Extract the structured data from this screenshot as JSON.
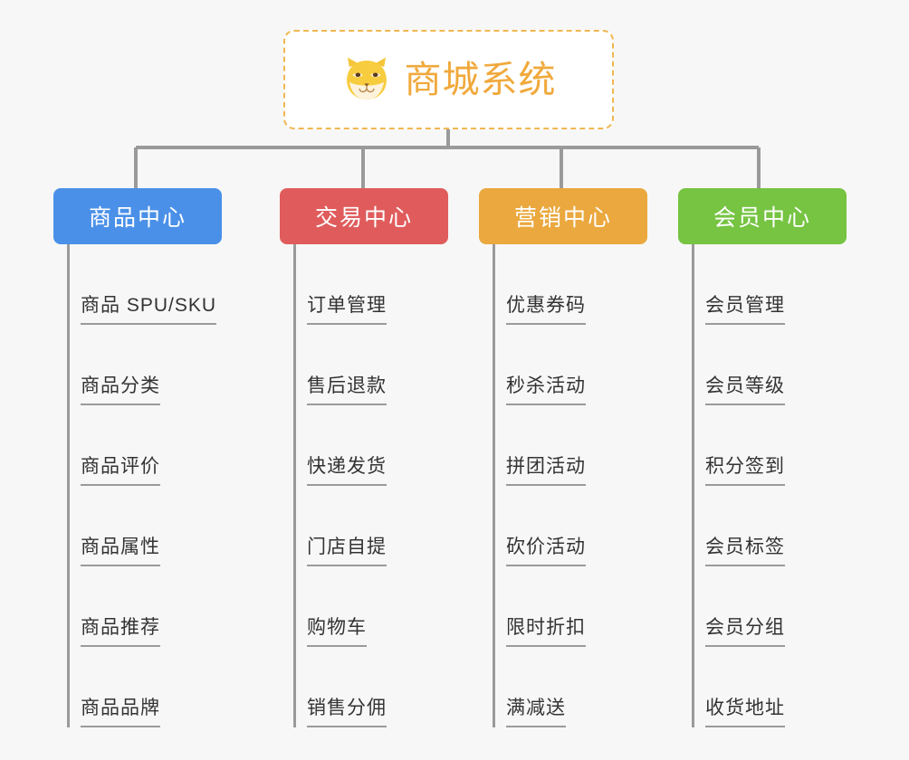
{
  "background_color": "#f7f7f7",
  "root": {
    "icon": "shiba-dog-face-icon",
    "title": "商城系统",
    "title_color": "#f0a93c",
    "border_color": "#f0b751",
    "background": "#ffffff"
  },
  "columns": [
    {
      "id": "product-center",
      "label": "商品中心",
      "color": "#4a90e8",
      "items": [
        "商品 SPU/SKU",
        "商品分类",
        "商品评价",
        "商品属性",
        "商品推荐",
        "商品品牌"
      ]
    },
    {
      "id": "trade-center",
      "label": "交易中心",
      "color": "#e05c5c",
      "items": [
        "订单管理",
        "售后退款",
        "快递发货",
        "门店自提",
        "购物车",
        "销售分佣"
      ]
    },
    {
      "id": "marketing-center",
      "label": "营销中心",
      "color": "#eaa83e",
      "items": [
        "优惠券码",
        "秒杀活动",
        "拼团活动",
        "砍价活动",
        "限时折扣",
        "满减送"
      ]
    },
    {
      "id": "member-center",
      "label": "会员中心",
      "color": "#76c442",
      "items": [
        "会员管理",
        "会员等级",
        "积分签到",
        "会员标签",
        "会员分组",
        "收货地址"
      ]
    }
  ],
  "connector": {
    "color": "#9a9a9a"
  }
}
